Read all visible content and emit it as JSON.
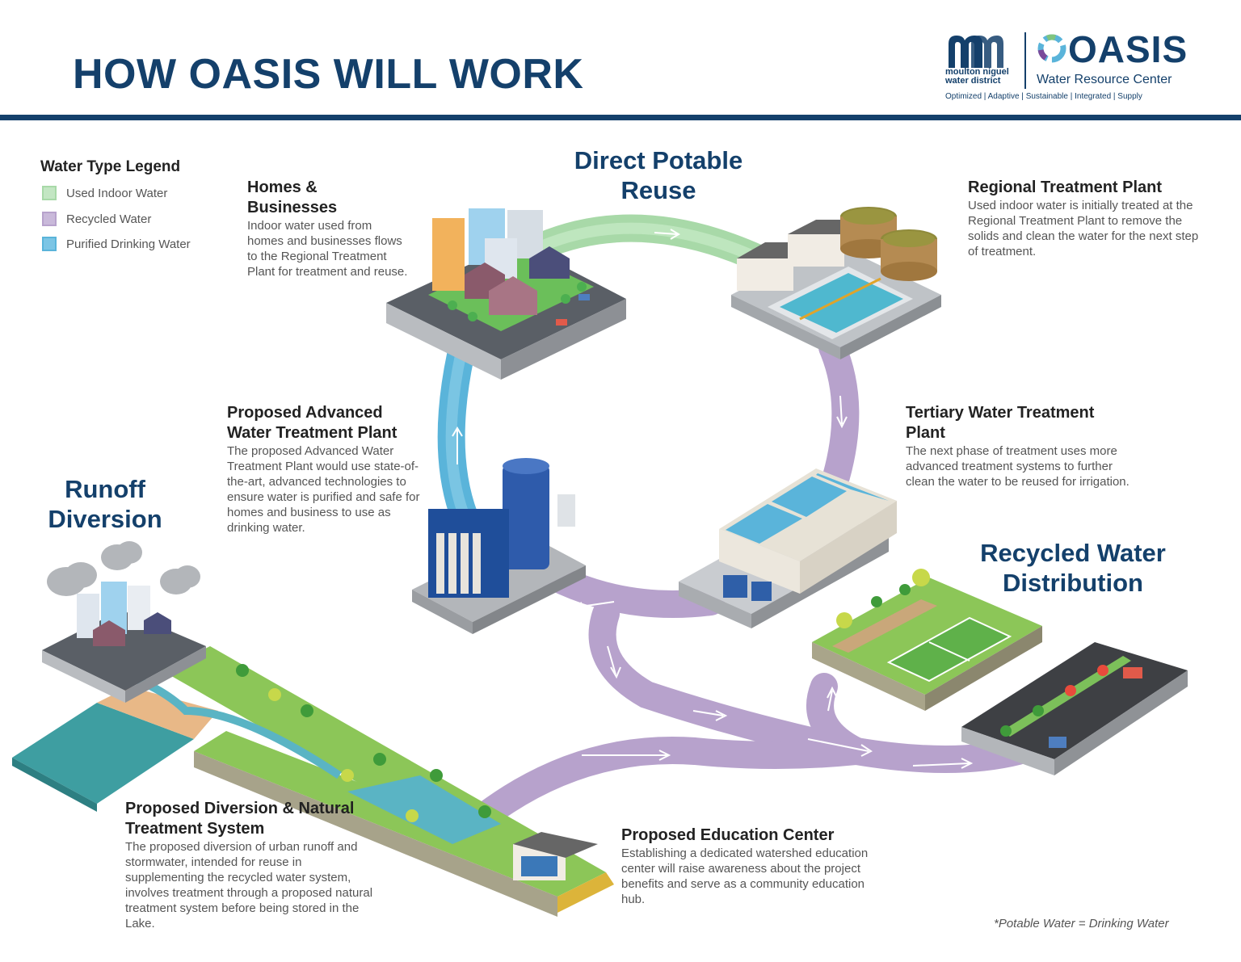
{
  "header": {
    "title": "HOW OASIS WILL WORK"
  },
  "logos": {
    "district_line1": "moulton niguel",
    "district_line2": "water district",
    "oasis_name": "OASIS",
    "oasis_subtitle": "Water Resource Center",
    "tagline": "Optimized | Adaptive | Sustainable | Integrated | Supply"
  },
  "legend": {
    "title": "Water Type Legend",
    "items": [
      {
        "label": "Used Indoor Water",
        "color": "#a8d9a8"
      },
      {
        "label": "Recycled Water",
        "color": "#b7a2cc"
      },
      {
        "label": "Purified Drinking Water",
        "color": "#5ab4da"
      }
    ]
  },
  "labels": {
    "direct_potable": "Direct Potable Reuse",
    "runoff": "Runoff Diversion",
    "recycled_distribution": "Recycled Water Distribution"
  },
  "sections": {
    "homes": {
      "title": "Homes & Businesses",
      "body": "Indoor water used from homes and businesses flows to the Regional Treatment Plant for treatment and reuse."
    },
    "regional": {
      "title": "Regional Treatment Plant",
      "body": "Used indoor water is initially treated at the Regional Treatment Plant to remove the solids and clean the water for the next step of treatment."
    },
    "advanced": {
      "title": "Proposed Advanced Water Treatment Plant",
      "body": "The proposed Advanced Water Treatment Plant would use state-of-the-art, advanced technologies to ensure water is purified and safe for homes and business to use as drinking water."
    },
    "tertiary": {
      "title": "Tertiary Water Treatment Plant",
      "body": "The next phase of treatment uses more advanced treatment systems to further clean the water to be reused for irrigation."
    },
    "diversion": {
      "title": "Proposed Diversion & Natural Treatment System",
      "body": "The proposed diversion of urban runoff and stormwater, intended for reuse in supplementing the recycled water system, involves treatment through a proposed natural treatment system before being stored in the Lake."
    },
    "education": {
      "title": "Proposed Education Center",
      "body": "Establishing a dedicated watershed education center will raise awareness about the project benefits and serve as a community education hub."
    }
  },
  "footnote": "*Potable Water = Drinking Water",
  "colors": {
    "navy": "#14406b",
    "used_indoor": "#a8d9a8",
    "recycled": "#b7a2cc",
    "purified": "#5ab4da"
  }
}
